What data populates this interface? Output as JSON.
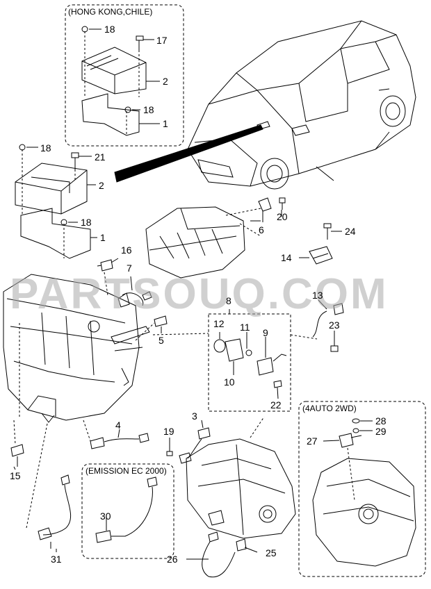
{
  "boxes": {
    "hong_kong_chile": "(HONG KONG,CHILE)",
    "emission": "(EMISSION EC 2000)",
    "auto_2wd": "(4AUTO 2WD)"
  },
  "watermark": "PARTSOUQ.COM",
  "callouts": {
    "c1a": "1",
    "c1b": "1",
    "c2a": "2",
    "c2b": "2",
    "c3": "3",
    "c4": "4",
    "c5": "5",
    "c6": "6",
    "c7": "7",
    "c8": "8",
    "c9": "9",
    "c10": "10",
    "c11": "11",
    "c12": "12",
    "c13": "13",
    "c14": "14",
    "c15": "15",
    "c16": "16",
    "c17": "17",
    "c18a": "18",
    "c18b": "18",
    "c18c": "18",
    "c18d": "18",
    "c19": "19",
    "c20": "20",
    "c21": "21",
    "c22": "22",
    "c23": "23",
    "c24": "24",
    "c25": "25",
    "c26": "26",
    "c27": "27",
    "c28": "28",
    "c29": "29",
    "c30": "30",
    "c31": "31"
  },
  "colors": {
    "line": "#000000",
    "watermark": "#aaaaaa"
  }
}
